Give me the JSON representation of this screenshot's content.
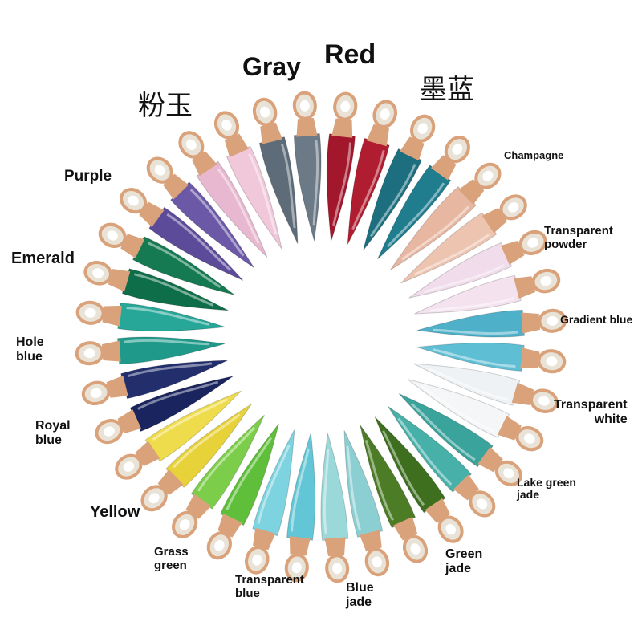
{
  "labels": {
    "gray": "Gray",
    "red": "Red",
    "pink_jade": "粉玉",
    "ink_blue": "墨蓝",
    "champagne": "Champagne",
    "purple": "Purple",
    "transparent_powder": [
      "Transparent",
      "powder"
    ],
    "emerald": "Emerald",
    "gradient_blue": "Gradient blue",
    "hole_blue": [
      "Hole",
      "blue"
    ],
    "royal_blue": [
      "Royal",
      "blue"
    ],
    "transparent_white": [
      "Transparent",
      "white"
    ],
    "lake_green_jade": [
      "Lake green",
      "jade"
    ],
    "yellow": "Yellow",
    "grass_green": [
      "Grass",
      "green"
    ],
    "green_jade": [
      "Green",
      "jade"
    ],
    "transparent_blue": [
      "Transparent",
      "blue"
    ],
    "blue_jade": [
      "Blue",
      "jade"
    ]
  },
  "colors": {
    "background": "#ffffff",
    "text": "#111111",
    "gold": "#d9a27a",
    "pave": "#e9e2d6"
  },
  "gems": [
    {
      "name": "Red",
      "color": "#a3172c"
    },
    {
      "name": "Red",
      "color": "#b01d30"
    },
    {
      "name": "墨蓝",
      "color": "#1d6f80"
    },
    {
      "name": "墨蓝",
      "color": "#1f7d8e"
    },
    {
      "name": "Champagne",
      "color": "#e7b7a2"
    },
    {
      "name": "Champagne",
      "color": "#edc4b0"
    },
    {
      "name": "Transparent powder",
      "color": "#f0dcea"
    },
    {
      "name": "Transparent powder",
      "color": "#f4e2ee"
    },
    {
      "name": "Gradient blue",
      "color": "#4fb1c9"
    },
    {
      "name": "Gradient blue",
      "color": "#5ebed3"
    },
    {
      "name": "Transparent white",
      "color": "#eef2f4"
    },
    {
      "name": "Transparent white",
      "color": "#f4f6f7"
    },
    {
      "name": "Lake green jade",
      "color": "#3aa39b"
    },
    {
      "name": "Lake green jade",
      "color": "#47b0a8"
    },
    {
      "name": "Green jade",
      "color": "#3d6f1f"
    },
    {
      "name": "Green jade",
      "color": "#4c7d26"
    },
    {
      "name": "Blue jade",
      "color": "#8ccfd3"
    },
    {
      "name": "Blue jade",
      "color": "#9ad8da"
    },
    {
      "name": "Transparent blue",
      "color": "#63c6d6"
    },
    {
      "name": "Transparent blue",
      "color": "#7dd3df"
    },
    {
      "name": "Grass green",
      "color": "#5fbf3a"
    },
    {
      "name": "Grass green",
      "color": "#7cce4a"
    },
    {
      "name": "Yellow",
      "color": "#e7d23a"
    },
    {
      "name": "Yellow",
      "color": "#efdc4c"
    },
    {
      "name": "Royal blue",
      "color": "#1a245e"
    },
    {
      "name": "Royal blue",
      "color": "#232f6c"
    },
    {
      "name": "Hole blue",
      "color": "#1f9a8a"
    },
    {
      "name": "Hole blue",
      "color": "#27a798"
    },
    {
      "name": "Emerald",
      "color": "#0f6e4a"
    },
    {
      "name": "Emerald",
      "color": "#157a52"
    },
    {
      "name": "Purple",
      "color": "#5c4b99"
    },
    {
      "name": "Purple",
      "color": "#6b59a8"
    },
    {
      "name": "粉玉",
      "color": "#e7b8cf"
    },
    {
      "name": "粉玉",
      "color": "#f0c8da"
    },
    {
      "name": "Gray",
      "color": "#5e6c79"
    },
    {
      "name": "Gray",
      "color": "#6c7986"
    }
  ]
}
